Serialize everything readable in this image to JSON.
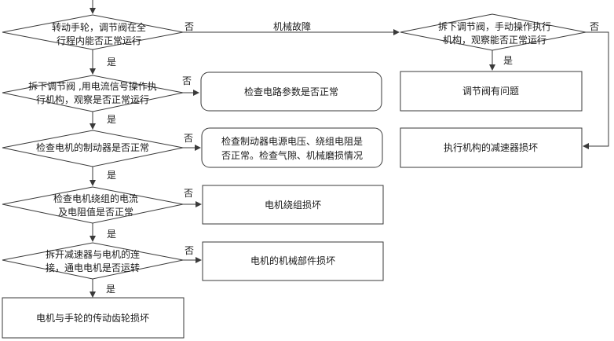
{
  "diagram": {
    "decisions": {
      "d1": [
        "转动手轮，调节阀在全",
        "行程内能否正常运行"
      ],
      "d2": [
        "拆下调节阀 ,用电流信号操作执",
        "行机构，观察是否正常运行"
      ],
      "d3": [
        "检查电机的制动器是否正常"
      ],
      "d4": [
        "检查电机绕组的电流",
        "及电阻值是否正常"
      ],
      "d5": [
        "拆开减速器与电机的连",
        "接，通电电机是否运转"
      ],
      "r1": [
        "拆下调节阀，手动操作执行",
        "机构，观察能否正常运行"
      ]
    },
    "outcomes": {
      "o_circuit": [
        "检查电路参数是否正常"
      ],
      "o_brake": [
        "检查制动器电源电压、绕组电阻是",
        "否正常。检查气隙、机械磨损情况"
      ],
      "o_winding": [
        "电机绕组损坏"
      ],
      "o_mech": [
        "电机的机械部件损坏"
      ],
      "o_gear": [
        "电机与手轮的传动齿轮损坏"
      ],
      "o_valve": [
        "调节阀有问题"
      ],
      "o_reducer": [
        "执行机构的减速器损坏"
      ]
    },
    "labels": {
      "yes": "是",
      "no": "否",
      "mech_fault": "机械故障"
    }
  }
}
